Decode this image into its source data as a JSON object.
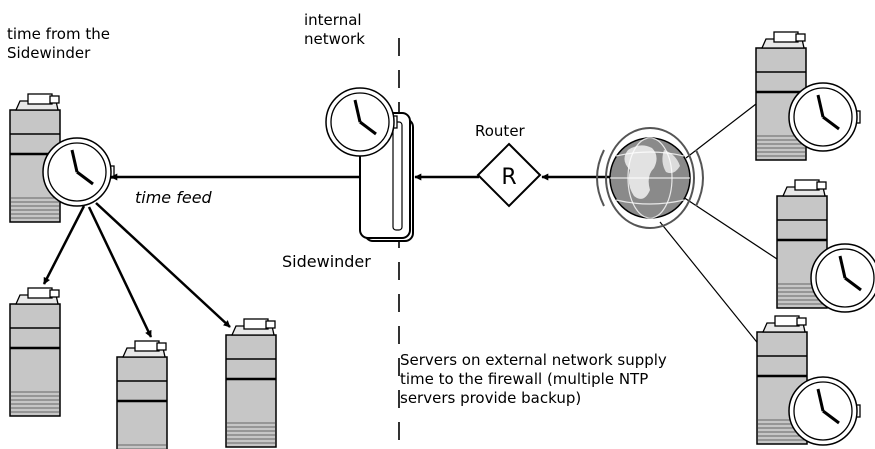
{
  "labels": {
    "time_from_sidewinder": "time from the\nSidewinder",
    "internal_network": "internal\nnetwork",
    "router": "Router",
    "router_symbol": "R",
    "time_feed": "time feed",
    "sidewinder": "Sidewinder",
    "external_servers_note": "Servers on external network supply\ntime to the firewall (multiple NTP\nservers provide backup)"
  },
  "icons": {
    "server": "server-tower-icon",
    "clock": "clock-icon",
    "firewall": "sidewinder-firewall-icon",
    "router": "router-icon",
    "globe": "internet-globe-icon"
  }
}
